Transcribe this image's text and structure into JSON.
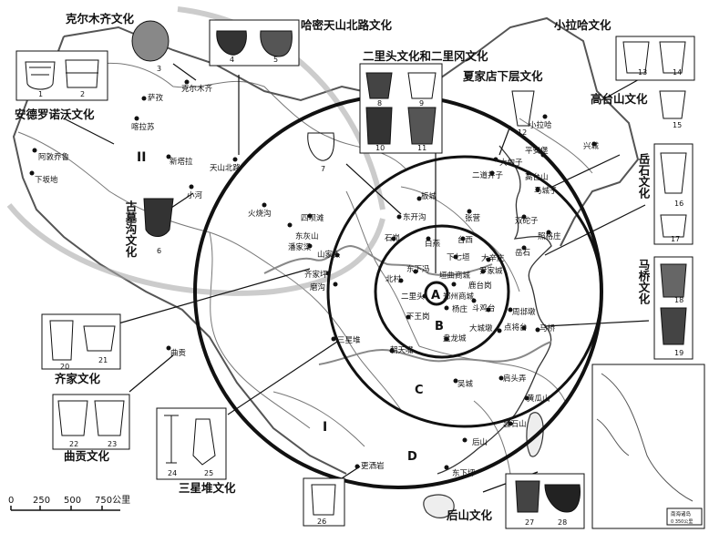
{
  "culture_labels": [
    "克尔木齐文化",
    "哈密天山北路文化",
    "二里头文化和二里冈文化",
    "夏家店下层文化",
    "小拉哈文化",
    "高台山文化",
    "安德罗诺沃文化",
    "岳石文化",
    "古墓沟文化",
    "马桥文化",
    "齐家文化",
    "曲贡文化",
    "三星堆文化",
    "后山文化"
  ],
  "zone_labels": [
    "A",
    "B",
    "C",
    "D",
    "I",
    "II"
  ],
  "site_labels": [
    "克尔木齐",
    "萨孜",
    "喀拉苏",
    "阿敦乔鲁",
    "下坂地",
    "新塔拉",
    "天山北路",
    "小河",
    "火烧沟",
    "四坝滩",
    "东灰山",
    "潘家梁",
    "山家头",
    "齐家坪",
    "磨沟",
    "小拉哈",
    "平安堡",
    "大甸子",
    "二道井子",
    "高台山",
    "马城子",
    "双砣子",
    "照格庄",
    "岳石",
    "兴城",
    "板城",
    "张营",
    "东开沟",
    "石峁",
    "白燕",
    "台西",
    "东下冯",
    "下七垣",
    "大辛庄",
    "尹家城",
    "北村",
    "二里头",
    "郑州商城",
    "垣曲商城",
    "鹿台岗",
    "下王岗",
    "杨庄",
    "斗鸡台",
    "周邶墩",
    "点将台",
    "马桥",
    "大城墩",
    "朝天嘴",
    "盘龙城",
    "三星堆",
    "曲贡",
    "吴城",
    "肩头弄",
    "黄瓜山",
    "昙石山",
    "后山",
    "更洒岩",
    "东下坪"
  ],
  "artifact_numbers": [
    "1",
    "2",
    "3",
    "4",
    "5",
    "6",
    "7",
    "8",
    "9",
    "10",
    "11",
    "12",
    "13",
    "14",
    "15",
    "16",
    "17",
    "18",
    "19",
    "20",
    "21",
    "22",
    "23",
    "24",
    "25",
    "26",
    "27",
    "28"
  ],
  "scale_bar": {
    "ticks": [
      "0",
      "250",
      "500",
      "750公里"
    ]
  },
  "inset": {
    "title": "南海诸岛",
    "scale": "0  350公里"
  }
}
